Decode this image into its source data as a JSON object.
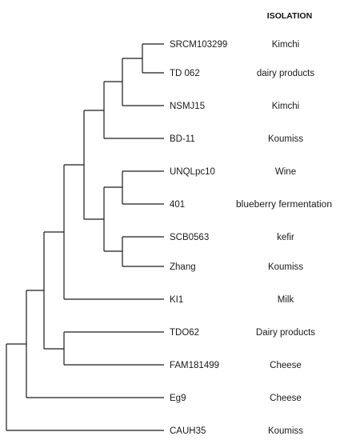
{
  "header": {
    "column_title": "ISOLATION"
  },
  "taxa": [
    {
      "strain": "SRCM103299",
      "isolation": "Kimchi"
    },
    {
      "strain": "TD 062",
      "isolation": "dairy products"
    },
    {
      "strain": "NSMJ15",
      "isolation": "Kimchi"
    },
    {
      "strain": "BD-11",
      "isolation": "Koumiss"
    },
    {
      "strain": "UNQLpc10",
      "isolation": "Wine"
    },
    {
      "strain": "401",
      "isolation": "blueberry fermentation"
    },
    {
      "strain": "SCB0563",
      "isolation": "kefir"
    },
    {
      "strain": "Zhang",
      "isolation": "Koumiss"
    },
    {
      "strain": "KI1",
      "isolation": "Milk"
    },
    {
      "strain": "TDO62",
      "isolation": "Dairy products"
    },
    {
      "strain": "FAM181499",
      "isolation": "Cheese"
    },
    {
      "strain": "Eg9",
      "isolation": "Cheese"
    },
    {
      "strain": "CAUH35",
      "isolation": "Koumiss"
    }
  ]
}
